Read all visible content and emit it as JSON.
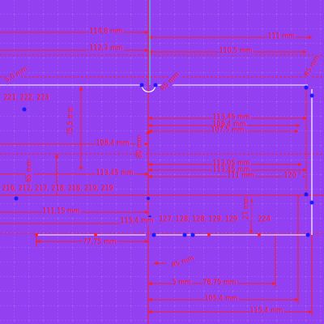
{
  "diagram": {
    "labels": [
      "114,8 mm",
      "111 mm",
      "112,3 mm",
      "110,5 mm",
      "5,0 mm",
      "R5 mm",
      "R5 mm",
      "221, 222, 223",
      "75,5 mm",
      "113,45 mm",
      "108,4 mm",
      "107,5 mm",
      "108,4 mm",
      "80 mm",
      "113,05 mm",
      "113,45 mm",
      "111 mm",
      "113,45 mm",
      "65 mm",
      "216, 212, 217, 218, 218, 219, 219",
      "111,15 mm",
      "115,4 mm",
      "127, 128, 128, 129, 129",
      "27 mm",
      "224",
      "120 °",
      "77,75 mm",
      "R5 mm",
      "5 mm",
      "78,75 mm",
      "105,4 mm",
      "115,4 mm"
    ]
  }
}
